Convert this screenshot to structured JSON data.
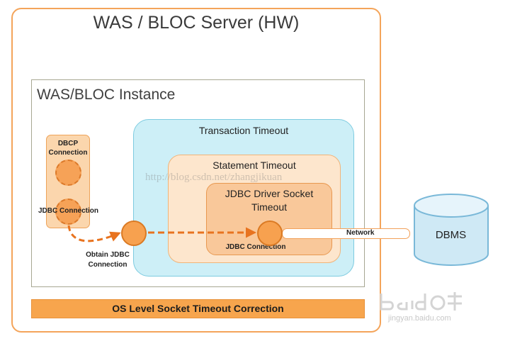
{
  "server": {
    "title": "WAS / BLOC Server (HW)"
  },
  "instance": {
    "title": "WAS/BLOC Instance"
  },
  "dbcp": {
    "title": "DBCP Connection",
    "connection_label": "JDBC Connection"
  },
  "transaction": {
    "title": "Transaction Timeout"
  },
  "statement": {
    "title": "Statement Timeout"
  },
  "socket": {
    "title": "JDBC Driver Socket Timeout",
    "connection_label": "JDBC Connection"
  },
  "obtain": {
    "label": "Obtain JDBC Connection"
  },
  "network": {
    "label": "Network"
  },
  "dbms": {
    "label": "DBMS"
  },
  "os_bar": {
    "label": "OS Level Socket Timeout Correction"
  },
  "watermark": {
    "url": "http://blog.csdn.net/zhangjikuan",
    "site": "jingyan.baidu.com"
  },
  "colors": {
    "orange_border": "#f4a45a",
    "tx_fill": "#cdeff7",
    "stmt_fill": "#fde6cd",
    "sock_fill": "#f9c89a",
    "dbms_fill": "#cfe9f5",
    "arrow": "#e8731f"
  },
  "icons": [
    "baidu-logo-icon"
  ]
}
